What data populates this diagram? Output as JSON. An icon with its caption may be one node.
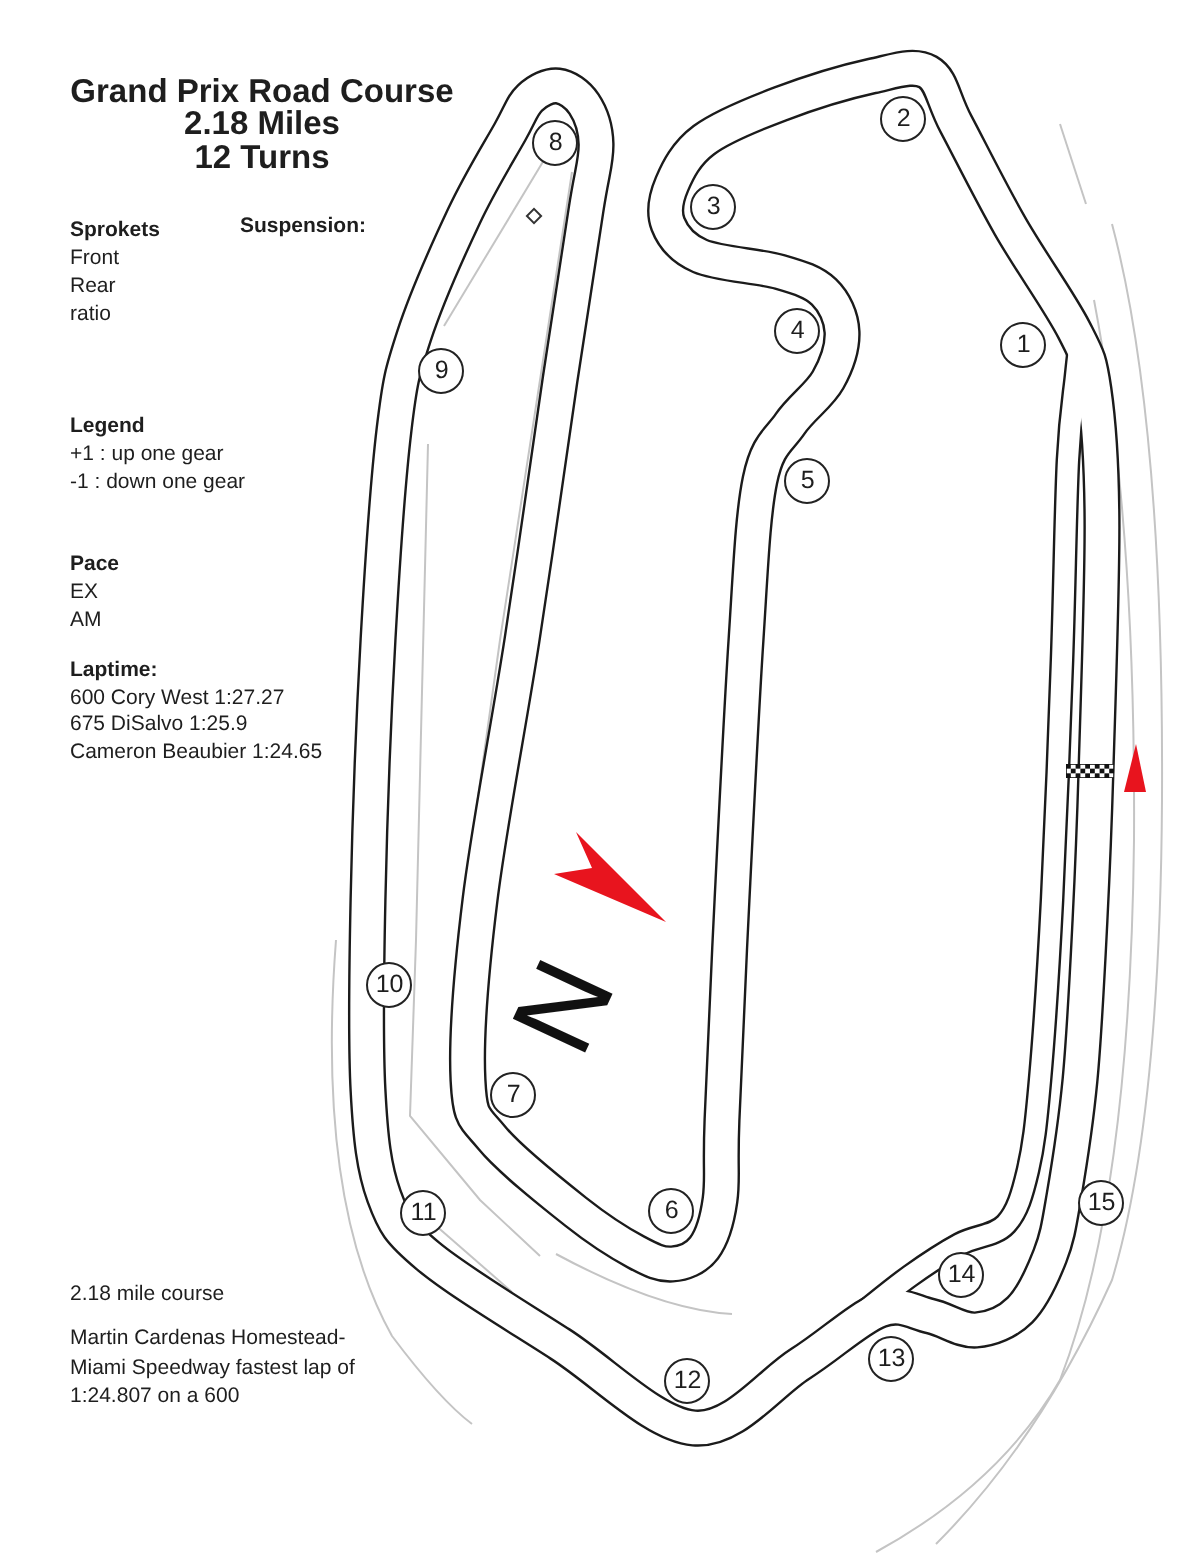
{
  "diagram": {
    "title": "Grand Prix Road Course",
    "nodes": [
      {
        "text": [
          "1"
        ]
      },
      {
        "text": [
          "2"
        ]
      },
      {
        "text": [
          "3"
        ]
      },
      {
        "text": [
          "4"
        ]
      },
      {
        "text": [
          "5"
        ]
      },
      {
        "text": [
          "6"
        ]
      },
      {
        "text": [
          "7"
        ]
      },
      {
        "text": [
          "8"
        ]
      },
      {
        "text": [
          "9"
        ]
      },
      {
        "text": [
          "10"
        ]
      },
      {
        "text": [
          "11"
        ]
      },
      {
        "text": [
          "12"
        ]
      },
      {
        "text": [
          "13"
        ]
      },
      {
        "text": [
          "14"
        ]
      },
      {
        "text": [
          "15"
        ]
      }
    ],
    "labels": [
      "2.18 Miles",
      "12 Turns",
      "Sprokets",
      "Suspension:",
      "Front",
      "Rear",
      "ratio",
      "Legend",
      "+1 : up one gear",
      "-1 : down one gear",
      "Pace",
      "EX",
      "AM",
      "Laptime:",
      "600 Cory West 1:27.27",
      "675 DiSalvo 1:25.9",
      "Cameron Beaubier 1:24.65",
      "N",
      "2.18 mile course",
      "Martin Cardenas Homestead-Miami Speedway fastest lap of 1:24.807 on a 600"
    ]
  }
}
